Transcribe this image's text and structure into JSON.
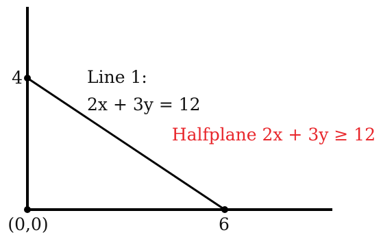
{
  "diagram": {
    "origin_label": "(0,0)",
    "y_intercept_label": "4",
    "x_intercept_label": "6",
    "line_label_line1": "Line 1:",
    "line_label_line2": "2x + 3y = 12",
    "halfplane_label": "Halfplane 2x + 3y ≥ 12",
    "colors": {
      "axes": "#000000",
      "line": "#000000",
      "points": "#000000",
      "text": "#111111",
      "halfplane_text": "#e8262b"
    }
  }
}
